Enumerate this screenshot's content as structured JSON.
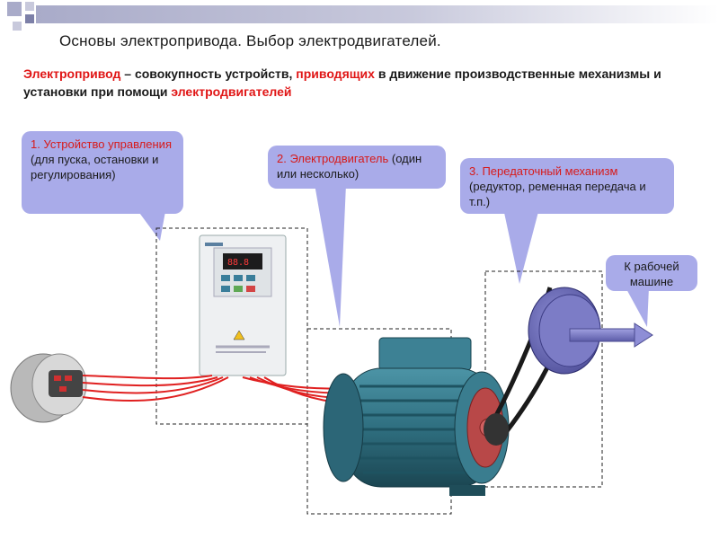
{
  "title": "Основы электропривода. Выбор электродвигателей.",
  "definition": {
    "term": "Электропривод",
    "part1": " – совокупность устройств, ",
    "highlight1": "приводящих",
    "part2": " в движение производственные механизмы и установки при помощи ",
    "highlight2": "электродвигателей"
  },
  "callouts": {
    "control": {
      "heading": "1. Устройство управления",
      "text": " (для пуска, остановки и регулирования)"
    },
    "motor": {
      "heading": "2. Электродвигатель",
      "text": " (один или несколько)"
    },
    "transmission": {
      "heading": "3. Передаточный механизм",
      "text": " (редуктор, ременная передача и т.п.)"
    },
    "machine": {
      "text": "К рабочей машине"
    }
  },
  "colors": {
    "callout_fill": "#a9abe9",
    "accent_red": "#e01515",
    "motor_body": "#2f6f80",
    "pulley": "#6d6db8"
  }
}
